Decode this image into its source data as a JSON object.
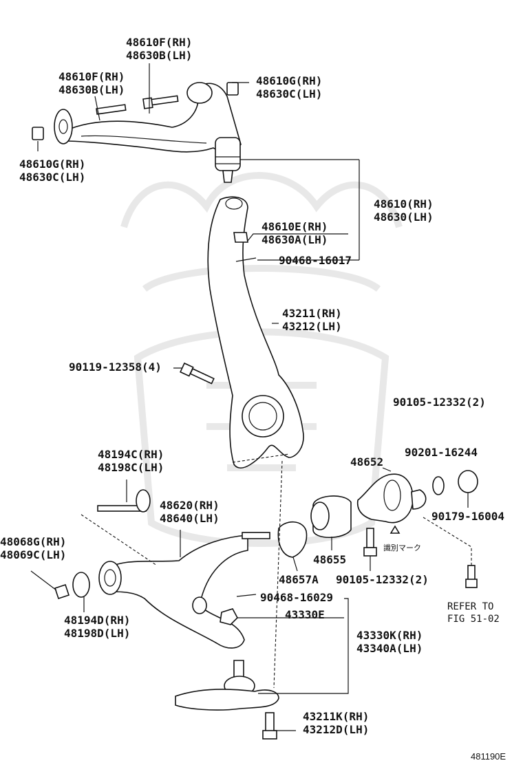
{
  "labels": {
    "upper_bolt_top": [
      "48610F(RH)",
      "48630B(LH)"
    ],
    "upper_bolt_left": [
      "48610F(RH)",
      "48630B(LH)"
    ],
    "upper_nut_right": [
      "48610G(RH)",
      "48630C(LH)"
    ],
    "upper_nut_left": [
      "48610G(RH)",
      "48630C(LH)"
    ],
    "upper_arm": [
      "48610(RH)",
      "48630(LH)"
    ],
    "upper_arm_nut": [
      "48610E(RH)",
      "48630A(LH)"
    ],
    "upper_cotter": "90468-16017",
    "knuckle": [
      "43211(RH)",
      "43212(LH)"
    ],
    "knuckle_bolt": "90119-12358(4)",
    "bolt_90105_top": "90105-12332(2)",
    "lower_bolt": [
      "48194C(RH)",
      "48198C(LH)"
    ],
    "bracket": "48652",
    "washer": "90201-16244",
    "lower_arm": [
      "48620(RH)",
      "48640(LH)"
    ],
    "stopper": "90179-16004",
    "lower_nut": [
      "48068G(RH)",
      "48069C(LH)"
    ],
    "bushing": "48655",
    "id_mark": "識別マーク",
    "plate": "48657A",
    "bolt_90105_bottom": "90105-12332(2)",
    "refer": [
      "REFER TO",
      "FIG 51-02"
    ],
    "lower_cotter": "90468-16029",
    "lower_washer": [
      "48194D(RH)",
      "48198D(LH)"
    ],
    "ball_nut": "43330E",
    "ball_joint": [
      "43330K(RH)",
      "43340A(LH)"
    ],
    "ball_bolt": [
      "43211K(RH)",
      "43212D(LH)"
    ],
    "diagram_code": "481190E"
  }
}
